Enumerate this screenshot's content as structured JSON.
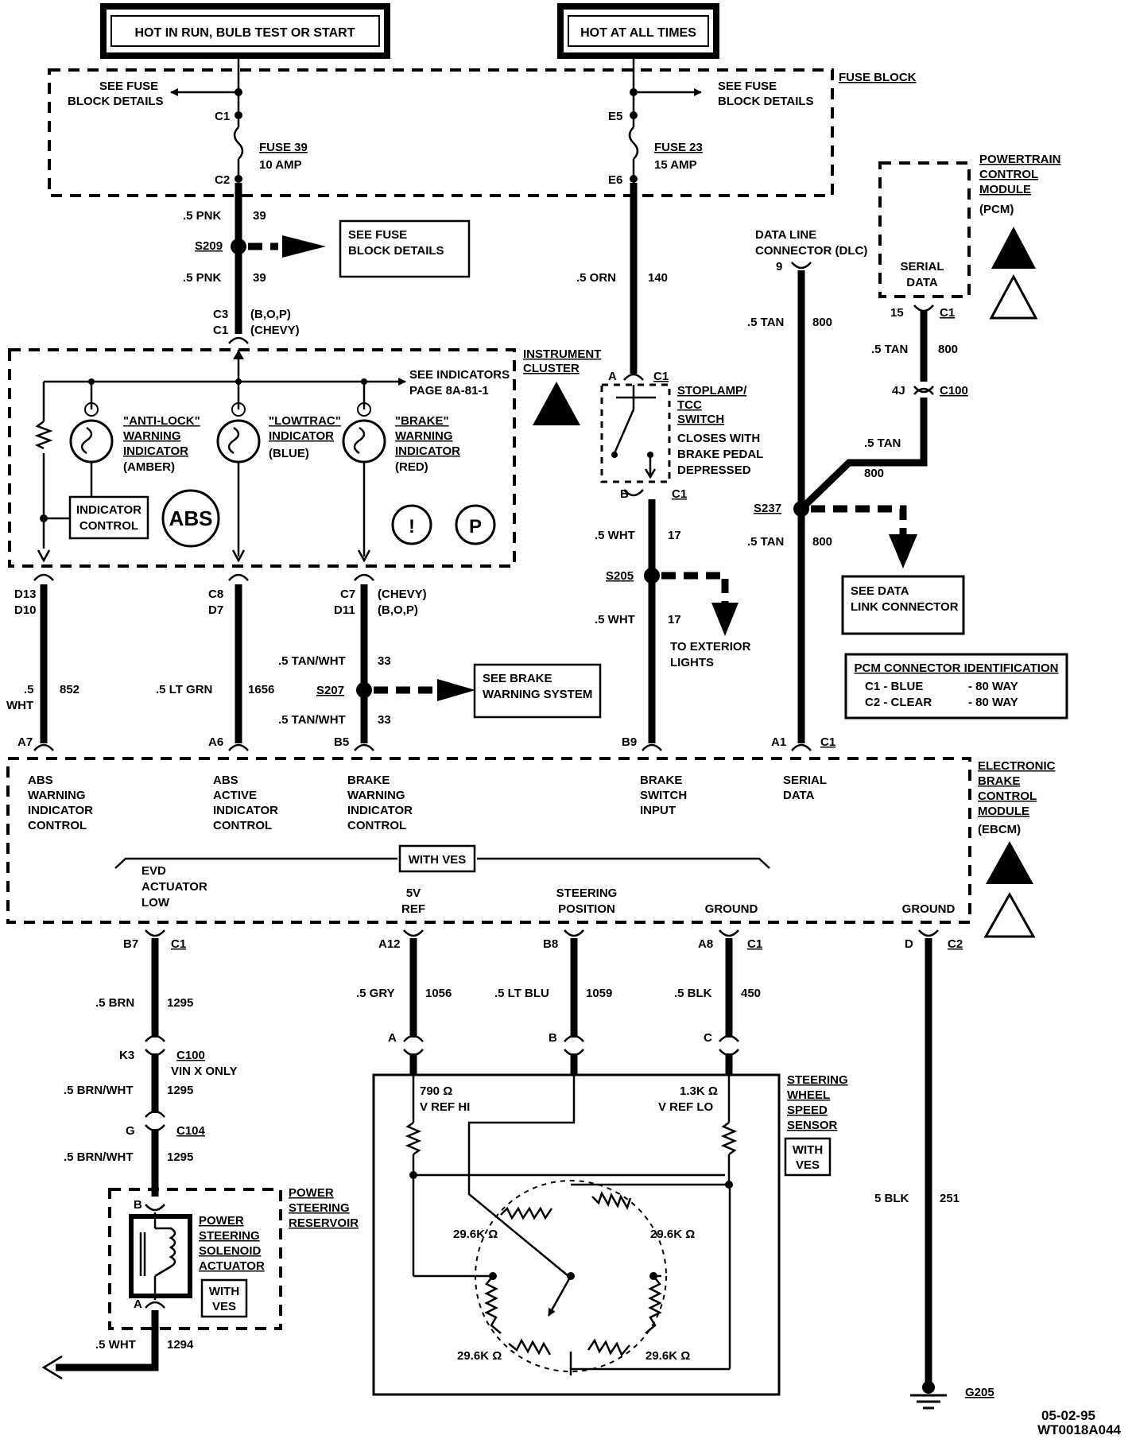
{
  "header": {
    "hot_run": "HOT IN RUN, BULB TEST OR START",
    "hot_always": "HOT AT ALL TIMES"
  },
  "fuse_block": {
    "label": "FUSE BLOCK",
    "see_fuse_left": "SEE FUSE",
    "see_fuse_left2": "BLOCK DETAILS",
    "see_fuse_right": "SEE FUSE",
    "see_fuse_right2": "BLOCK DETAILS",
    "c1": "C1",
    "c2": "C2",
    "e5": "E5",
    "e6": "E6",
    "fuse39": "FUSE 39",
    "fuse39_amp": "10 AMP",
    "fuse23": "FUSE 23",
    "fuse23_amp": "15 AMP"
  },
  "wires": {
    "w1a": ".5 PNK",
    "w1a_n": "39",
    "s209": "S209",
    "see_fuse_box1": "SEE FUSE",
    "see_fuse_box2": "BLOCK DETAILS",
    "w1b": ".5 PNK",
    "w1b_n": "39",
    "c3": "C3",
    "c1b": "C1",
    "bop": "(B,O,P)",
    "chevy": "(CHEVY)",
    "orn": ".5 ORN",
    "orn_n": "140",
    "tan1": ".5 TAN",
    "tan1_n": "800",
    "tan2": ".5 TAN",
    "tan2_n": "800",
    "tan3": ".5 TAN",
    "tan3_n": "800",
    "tan4": ".5 TAN",
    "tan4_n": "800",
    "wht17a": ".5 WHT",
    "wht17a_n": "17",
    "s205": "S205",
    "wht17b": ".5 WHT",
    "wht17b_n": "17",
    "to_ext1": "TO EXTERIOR",
    "to_ext2": "LIGHTS",
    "s237": "S237",
    "w852a": ".5",
    "w852b": "WHT",
    "w852_n": "852",
    "ltgrn": ".5 LT GRN",
    "ltgrn_n": "1656",
    "tanwht1": ".5 TAN/WHT",
    "tanwht1_n": "33",
    "s207": "S207",
    "tanwht2": ".5 TAN/WHT",
    "tanwht2_n": "33",
    "see_brake1": "SEE BRAKE",
    "see_brake2": "WARNING SYSTEM",
    "see_dlc1": "SEE DATA",
    "see_dlc2": "LINK CONNECTOR"
  },
  "instrument_cluster": {
    "label1": "INSTRUMENT",
    "label2": "CLUSTER",
    "see_ind1": "SEE INDICATORS",
    "see_ind2": "PAGE 8A-81-1",
    "antilock1": "\"ANTI-LOCK\"",
    "antilock2": "WARNING",
    "antilock3": "INDICATOR",
    "antilock4": "(AMBER)",
    "lowtrac1": "\"LOWTRAC\"",
    "lowtrac2": "INDICATOR",
    "lowtrac3": "(BLUE)",
    "brake1": "\"BRAKE\"",
    "brake2": "WARNING",
    "brake3": "INDICATOR",
    "brake4": "(RED)",
    "indctl1": "INDICATOR",
    "indctl2": "CONTROL",
    "abs": "ABS",
    "excl": "!",
    "p": "P",
    "d13": "D13",
    "d10": "D10",
    "c8": "C8",
    "d7": "D7",
    "c7": "C7",
    "d11": "D11",
    "chevy2": "(CHEVY)",
    "bop2": "(B,O,P)"
  },
  "stoplamp": {
    "label1": "STOPLAMP/",
    "label2": "TCC",
    "label3": "SWITCH",
    "desc1": "CLOSES WITH",
    "desc2": "BRAKE PEDAL",
    "desc3": "DEPRESSED",
    "a": "A",
    "c1": "C1",
    "b": "B",
    "c1b": "C1"
  },
  "pcm": {
    "label1": "POWERTRAIN",
    "label2": "CONTROL",
    "label3": "MODULE",
    "label4": "(PCM)",
    "serial1": "SERIAL",
    "serial2": "DATA",
    "pin15": "15",
    "c1": "C1",
    "pin4j": "4J",
    "c100": "C100",
    "dlc1": "DATA LINE",
    "dlc2": "CONNECTOR (DLC)",
    "dlc_pin": "9",
    "conn_title": "PCM CONNECTOR IDENTIFICATION",
    "conn_c1": "C1  -  BLUE",
    "conn_c1_way": "-  80 WAY",
    "conn_c2": "C2  -  CLEAR",
    "conn_c2_way": "-  80 WAY"
  },
  "ebcm": {
    "label1": "ELECTRONIC",
    "label2": "BRAKE",
    "label3": "CONTROL",
    "label4": "MODULE",
    "label5": "(EBCM)",
    "a7": "A7",
    "a6": "A6",
    "b5": "B5",
    "b9": "B9",
    "a1": "A1",
    "c1": "C1",
    "abs_w1": "ABS",
    "abs_w2": "WARNING",
    "abs_w3": "INDICATOR",
    "abs_w4": "CONTROL",
    "abs_a1": "ABS",
    "abs_a2": "ACTIVE",
    "abs_a3": "INDICATOR",
    "abs_a4": "CONTROL",
    "brk1": "BRAKE",
    "brk2": "WARNING",
    "brk3": "INDICATOR",
    "brk4": "CONTROL",
    "bsw1": "BRAKE",
    "bsw2": "SWITCH",
    "bsw3": "INPUT",
    "ser1": "SERIAL",
    "ser2": "DATA",
    "with_ves": "WITH VES",
    "evd1": "EVD",
    "evd2": "ACTUATOR",
    "evd3": "LOW",
    "ref1": "5V",
    "ref2": "REF",
    "steer1": "STEERING",
    "steer2": "POSITION",
    "gnd": "GROUND",
    "gnd2": "GROUND",
    "b7": "B7",
    "c1a": "C1",
    "a12": "A12",
    "b8": "B8",
    "a8": "A8",
    "c1c": "C1",
    "d": "D",
    "c2": "C2"
  },
  "lower": {
    "brn": ".5 BRN",
    "brn_n": "1295",
    "k3": "K3",
    "c100": "C100",
    "vinx": "VIN X ONLY",
    "brnwht1": ".5 BRN/WHT",
    "brnwht1_n": "1295",
    "g": "G",
    "c104": "C104",
    "brnwht2": ".5 BRN/WHT",
    "brnwht2_n": "1295",
    "gry": ".5 GRY",
    "gry_n": "1056",
    "ltblu": ".5 LT BLU",
    "ltblu_n": "1059",
    "blk": ".5 BLK",
    "blk_n": "450",
    "blk2": "5 BLK",
    "blk2_n": "251",
    "pin_a": "A",
    "pin_b": "B",
    "pin_c": "C",
    "psr1": "POWER",
    "psr2": "STEERING",
    "psr3": "RESERVOIR",
    "pss1": "POWER",
    "pss2": "STEERING",
    "pss3": "SOLENOID",
    "pss4": "ACTUATOR",
    "pss_with1": "WITH",
    "pss_with2": "VES",
    "pb": "B",
    "pa": "A",
    "wht": ".5 WHT",
    "wht_n": "1294",
    "sws1": "STEERING",
    "sws2": "WHEEL",
    "sws3": "SPEED",
    "sws4": "SENSOR",
    "sws_with1": "WITH",
    "sws_with2": "VES",
    "r790": "790 Ω",
    "vrefhi": "V REF HI",
    "r13k": "1.3K Ω",
    "vreflo": "V REF LO",
    "r29a": "29.6K Ω",
    "r29b": "29.6K Ω",
    "r29c": "29.6K Ω",
    "r29d": "29.6K Ω",
    "g205": "G205",
    "date": "05-02-95",
    "code": "WT0018A044"
  }
}
